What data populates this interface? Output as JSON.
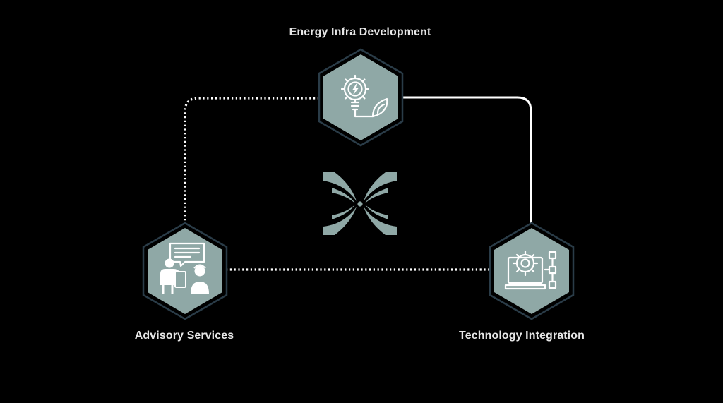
{
  "colors": {
    "background": "#000000",
    "hex_fill": "#8fa8a6",
    "hex_border": "#2a3c48",
    "icon_white": "#ffffff",
    "connector": "#ffffff",
    "label_text": "#e6e6e6",
    "logo": "#8fa8a6"
  },
  "nodes": {
    "top": {
      "label": "Energy Infra Development",
      "icon": "lightbulb-gear-leaf-icon"
    },
    "left": {
      "label": "Advisory Services",
      "icon": "consultation-meeting-icon"
    },
    "right": {
      "label": "Technology Integration",
      "icon": "computer-gear-flowchart-icon"
    }
  },
  "connectors": [
    {
      "from": "top",
      "to": "left",
      "style": "dotted"
    },
    {
      "from": "top",
      "to": "right",
      "style": "solid"
    },
    {
      "from": "left",
      "to": "right",
      "style": "dotted"
    }
  ],
  "center_logo": {
    "icon": "brand-logo-icon"
  }
}
